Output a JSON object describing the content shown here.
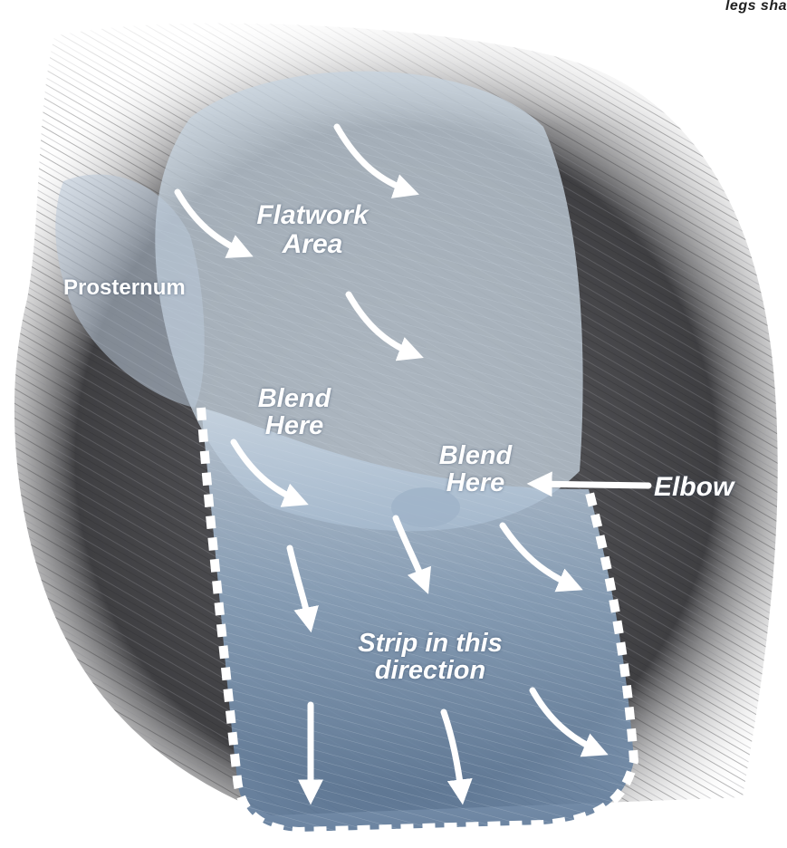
{
  "caption_fragment": "legs sha",
  "labels": {
    "flatwork": "Flatwork\nArea",
    "prosternum": "Prosternum",
    "blend_left": "Blend\nHere",
    "blend_right": "Blend\nHere",
    "elbow": "Elbow",
    "strip": "Strip in this\ndirection"
  },
  "colors": {
    "coat_dark": "#3f3f42",
    "coat_mid": "#6e6e72",
    "overlay_blue": "#7f9bb8",
    "arrow": "#ffffff",
    "dashed_border": "#ffffff"
  }
}
